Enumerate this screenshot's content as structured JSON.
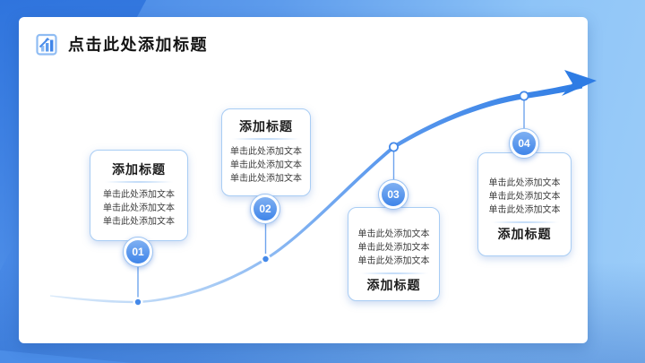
{
  "slide": {
    "title": "点击此处添加标题",
    "title_icon": "bar-chart-icon"
  },
  "steps": [
    {
      "number": "01",
      "title": "添加标题",
      "layout": "title-top",
      "lines": [
        "单击此处添加文本",
        "单击此处添加文本",
        "单击此处添加文本"
      ]
    },
    {
      "number": "02",
      "title": "添加标题",
      "layout": "title-top",
      "lines": [
        "单击此处添加文本",
        "单击此处添加文本",
        "单击此处添加文本"
      ]
    },
    {
      "number": "03",
      "title": "添加标题",
      "layout": "title-bottom",
      "lines": [
        "单击此处添加文本",
        "单击此处添加文本",
        "单击此处添加文本"
      ]
    },
    {
      "number": "04",
      "title": "添加标题",
      "layout": "title-bottom",
      "lines": [
        "单击此处添加文本",
        "单击此处添加文本",
        "单击此处添加文本"
      ]
    }
  ],
  "colors": {
    "accent": "#2e7ce4",
    "background_dark": "#2f74dd",
    "background_light": "#9ccdf9",
    "card_border": "#a9cdf4",
    "badge_top": "#7fb0f2",
    "badge_bottom": "#3f85e9",
    "curve_start": "#dcebfa",
    "curve_end": "#2e7ce4"
  }
}
